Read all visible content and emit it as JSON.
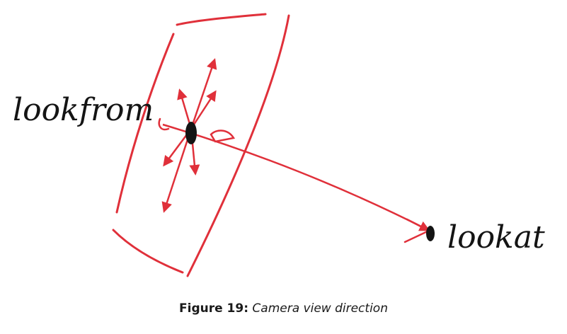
{
  "labels": {
    "lookfrom": "lookfrom",
    "lookat": "lookat"
  },
  "caption": {
    "label": "Figure 19:",
    "text": "Camera view direction"
  },
  "colors": {
    "plane": "#e0303a",
    "ray": "#e0303a",
    "ink": "#141414"
  }
}
